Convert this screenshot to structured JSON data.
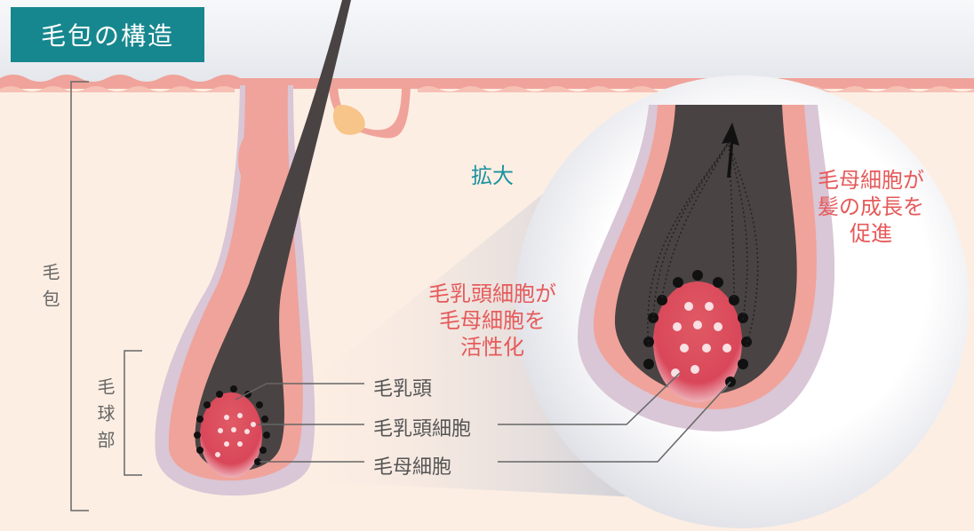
{
  "title": "毛包の構造",
  "zoom_label": "拡大",
  "side_labels": {
    "follicle": "毛包",
    "bulb": "毛球部"
  },
  "callouts": [
    "毛乳頭",
    "毛乳頭細胞",
    "毛母細胞"
  ],
  "notes": {
    "papilla_activation": "毛乳頭細胞が\n毛母細胞を\n活性化",
    "matrix_growth": "毛母細胞が\n髪の成長を\n促進"
  },
  "colors": {
    "title_bg": "#17878f",
    "skin": "#fdeee3",
    "pink": "#f0a39a",
    "hair": "#4a4343",
    "note_red": "#e65a5a",
    "teal_text": "#1b93a0"
  }
}
